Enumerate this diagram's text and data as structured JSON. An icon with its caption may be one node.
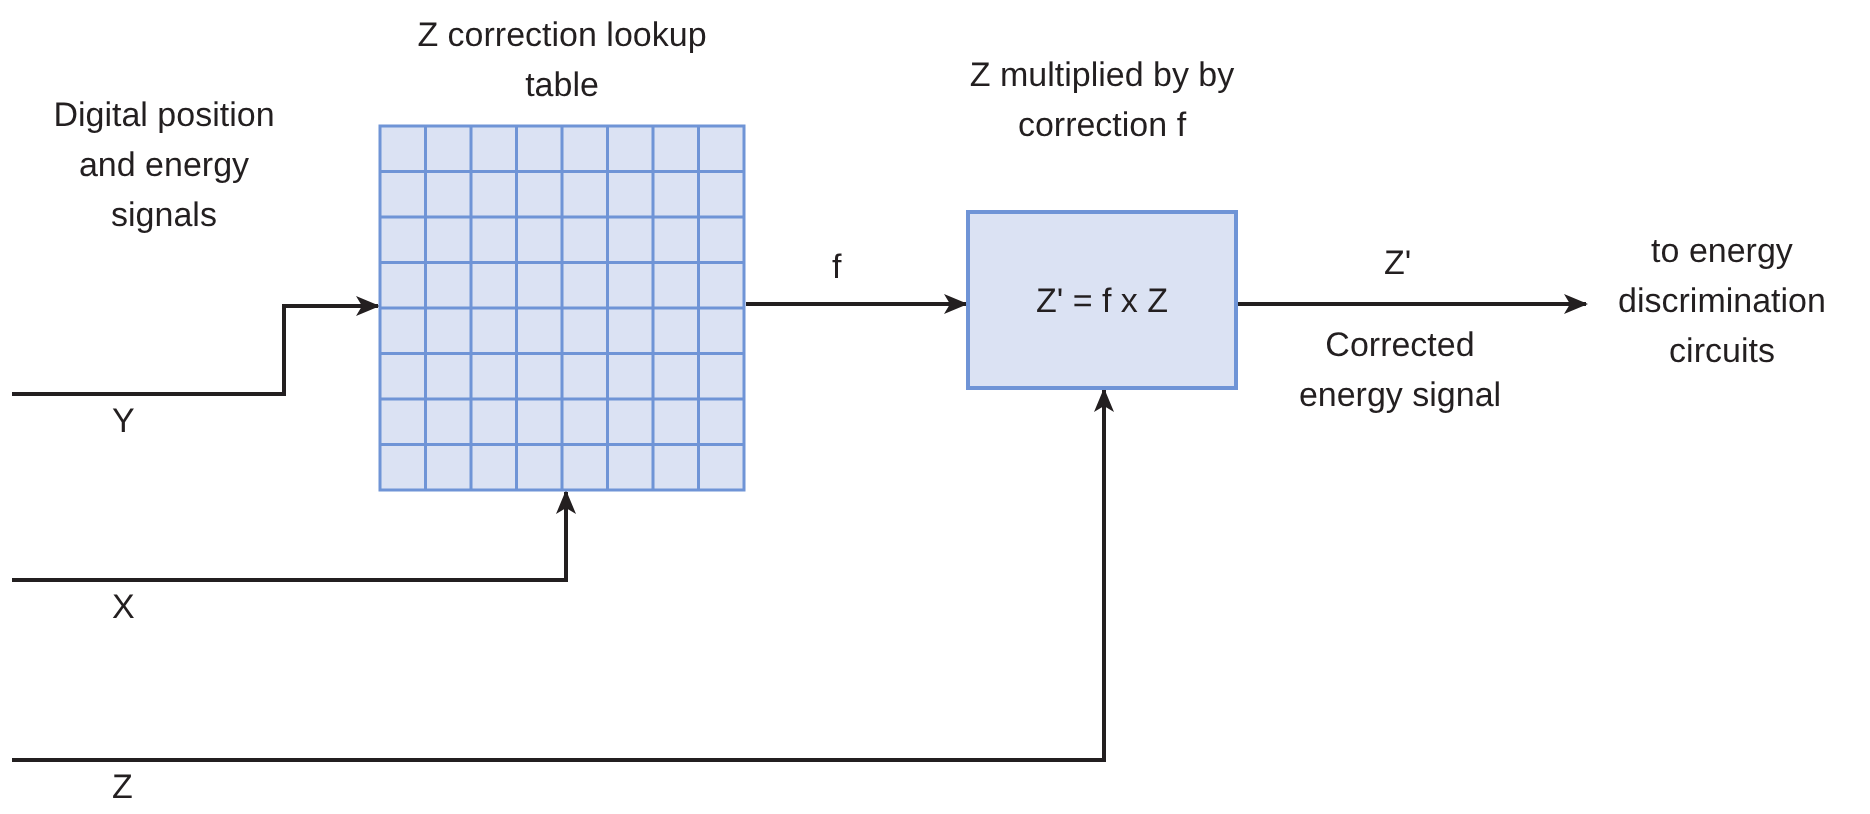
{
  "diagram": {
    "nodes": [
      {
        "text": [
          "Z correction lookup table"
        ]
      },
      {
        "text": [
          "Z multiplied by by correction f",
          "Z' = f x Z"
        ]
      },
      {
        "text": [
          "to energy discrimination circuits"
        ]
      }
    ],
    "edges": [
      {
        "from": null,
        "to": 0,
        "arrow": "to",
        "label": "Y"
      },
      {
        "from": null,
        "to": 0,
        "arrow": "to",
        "label": "X"
      },
      {
        "from": null,
        "to": 1,
        "arrow": "to",
        "label": "Z"
      },
      {
        "from": 0,
        "to": 1,
        "arrow": "to",
        "label": "f"
      },
      {
        "from": 1,
        "to": 2,
        "arrow": "to",
        "label": "Z'"
      }
    ],
    "labels": [
      "Digital position and energy signals",
      "Corrected energy signal"
    ]
  }
}
